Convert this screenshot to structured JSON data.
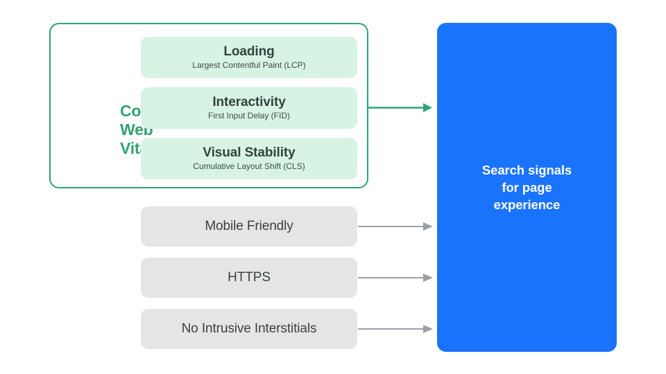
{
  "diagram": {
    "title_group": {
      "label_lines": [
        "Core",
        "Web",
        "Vitals"
      ],
      "accent_color": "#2fa36f",
      "border_color": "#2ba572"
    },
    "core_web_vitals": [
      {
        "name": "loading",
        "title": "Loading",
        "subtitle": "Largest Contentful Paint (LCP)",
        "fill_color": "#d7f3e3"
      },
      {
        "name": "interactivity",
        "title": "Interactivity",
        "subtitle": "First Input Delay (FID)",
        "fill_color": "#d7f3e3"
      },
      {
        "name": "visual-stability",
        "title": "Visual Stability",
        "subtitle": "Cumulative Layout Shift (CLS)",
        "fill_color": "#d7f3e3"
      }
    ],
    "other_signals": [
      {
        "name": "mobile-friendly",
        "label": "Mobile Friendly",
        "fill_color": "#e5e5e7"
      },
      {
        "name": "https",
        "label": "HTTPS",
        "fill_color": "#e5e5e7"
      },
      {
        "name": "no-intrusive-interstitials",
        "label": "No Intrusive Interstitials",
        "fill_color": "#e5e5e7"
      }
    ],
    "arrows": [
      {
        "name": "core-web-vitals-arrow",
        "icon": "arrow-right-icon",
        "color": "#2ba572"
      },
      {
        "name": "mobile-friendly-arrow",
        "icon": "arrow-right-icon",
        "color": "#9aa0a6"
      },
      {
        "name": "https-arrow",
        "icon": "arrow-right-icon",
        "color": "#9aa0a6"
      },
      {
        "name": "no-intrusive-interstitials-arrow",
        "icon": "arrow-right-icon",
        "color": "#9aa0a6"
      }
    ],
    "outcome_panel": {
      "name": "search-signals-panel",
      "lines": [
        "Search signals",
        "for page",
        "experience"
      ],
      "fill_color": "#1a73fd",
      "text_color": "#ffffff"
    }
  }
}
